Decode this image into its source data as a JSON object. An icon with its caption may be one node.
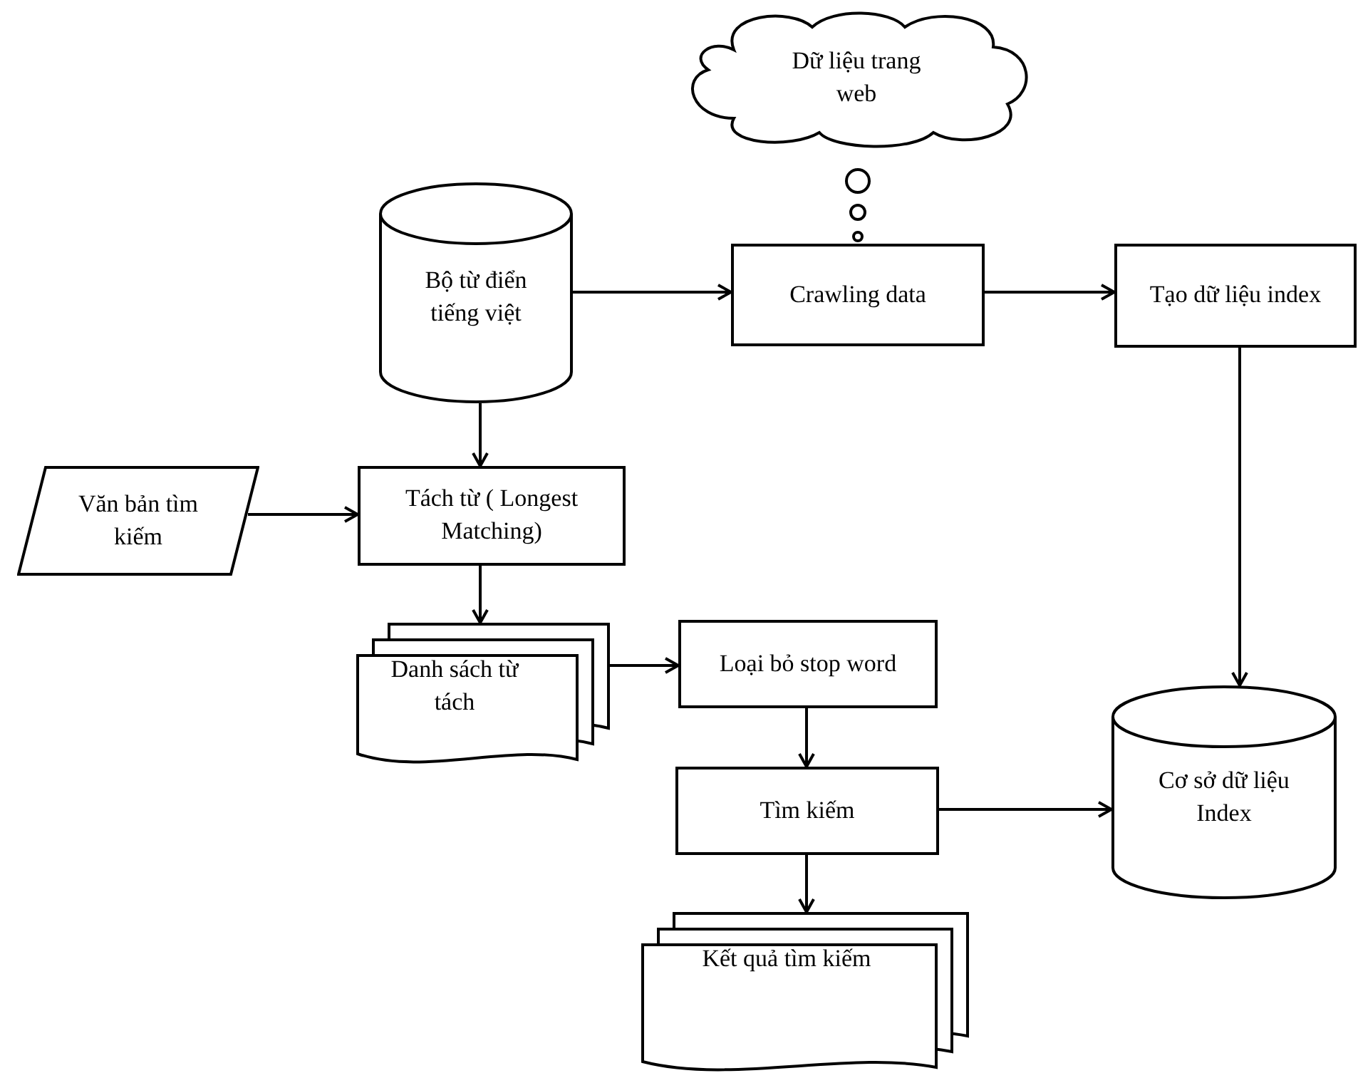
{
  "diagram": {
    "nodes": [
      {
        "text": [
          "Dữ liệu trang web"
        ]
      },
      {
        "text": [
          "Bộ từ điển tiếng việt"
        ]
      },
      {
        "text": [
          "Crawling data"
        ]
      },
      {
        "text": [
          "Tạo dữ liệu index"
        ]
      },
      {
        "text": [
          "Văn bản tìm kiếm"
        ]
      },
      {
        "text": [
          "Tách từ ( Longest Matching)"
        ]
      },
      {
        "text": [
          "Danh sách từ tách"
        ]
      },
      {
        "text": [
          "Loại bỏ stop word"
        ]
      },
      {
        "text": [
          "Tìm kiếm"
        ]
      },
      {
        "text": [
          "Cơ sở dữ liệu Index"
        ]
      },
      {
        "text": [
          "Kết quả tìm kiếm"
        ]
      }
    ],
    "edges": [
      {
        "from": 1,
        "to": 2,
        "arrow": "to"
      },
      {
        "from": 2,
        "to": 3,
        "arrow": "to"
      },
      {
        "from": 3,
        "to": 9,
        "arrow": "to"
      },
      {
        "from": 1,
        "to": 5,
        "arrow": "to"
      },
      {
        "from": 4,
        "to": 5,
        "arrow": "to"
      },
      {
        "from": 5,
        "to": 6,
        "arrow": "to"
      },
      {
        "from": 6,
        "to": 7,
        "arrow": "to"
      },
      {
        "from": 7,
        "to": 8,
        "arrow": "to"
      },
      {
        "from": 8,
        "to": 9,
        "arrow": "to"
      },
      {
        "from": 8,
        "to": 10,
        "arrow": "to"
      }
    ]
  }
}
